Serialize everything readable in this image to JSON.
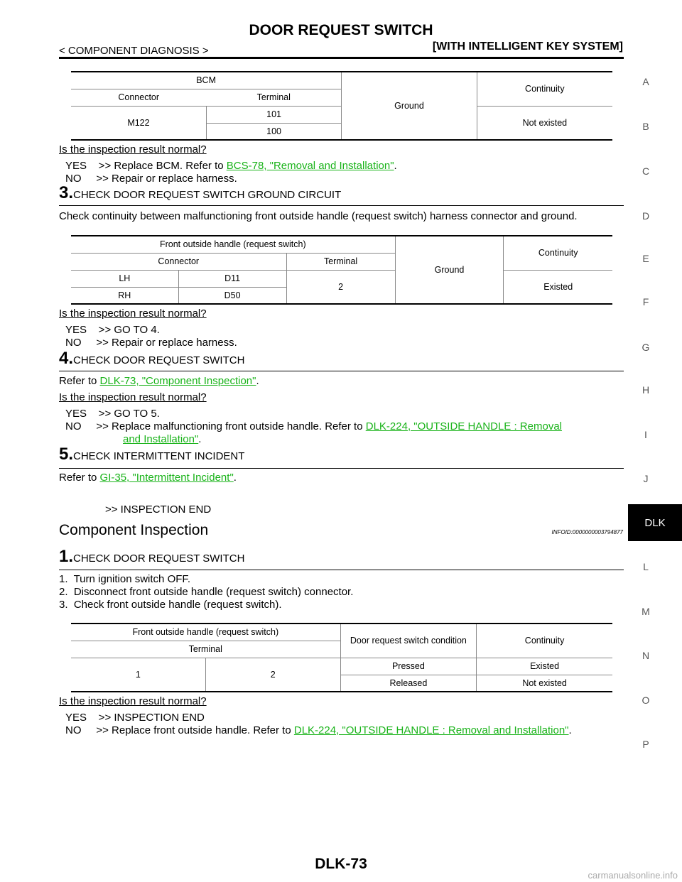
{
  "header": {
    "title": "DOOR REQUEST SWITCH",
    "left": "< COMPONENT DIAGNOSIS >",
    "right": "[WITH INTELLIGENT KEY SYSTEM]"
  },
  "side_index": [
    "A",
    "B",
    "C",
    "D",
    "E",
    "F",
    "G",
    "H",
    "I",
    "J",
    "DLK",
    "L",
    "M",
    "N",
    "O",
    "P"
  ],
  "table1": {
    "h1": "BCM",
    "h_connector": "Connector",
    "h_terminal": "Terminal",
    "ground": "Ground",
    "continuity": "Continuity",
    "connector": "M122",
    "term1": "101",
    "term2": "100",
    "result": "Not existed"
  },
  "q1": "Is the inspection result normal?",
  "yes1_pre": "YES    >> Replace BCM. Refer to ",
  "yes1_link": "BCS-78, \"Removal and Installation\"",
  "yes1_post": ".",
  "no1": "NO     >> Repair or replace harness.",
  "step3": {
    "num": "3.",
    "title": "CHECK DOOR REQUEST SWITCH GROUND CIRCUIT"
  },
  "step3_body": "Check continuity between malfunctioning front outside handle (request switch) harness connector and ground.",
  "table2": {
    "h1": "Front outside handle (request switch)",
    "h_connector": "Connector",
    "h_terminal": "Terminal",
    "ground": "Ground",
    "continuity": "Continuity",
    "lh": "LH",
    "lh_conn": "D11",
    "rh": "RH",
    "rh_conn": "D50",
    "terminal": "2",
    "result": "Existed"
  },
  "q2": "Is the inspection result normal?",
  "yes2": "YES    >> GO TO 4.",
  "no2": "NO     >> Repair or replace harness.",
  "step4": {
    "num": "4.",
    "title": "CHECK DOOR REQUEST SWITCH"
  },
  "step4_pre": "Refer to ",
  "step4_link": "DLK-73, \"Component Inspection\"",
  "step4_post": ".",
  "q3": "Is the inspection result normal?",
  "yes3": "YES    >> GO TO 5.",
  "no3_pre": "NO     >> Replace malfunctioning front outside handle. Refer to ",
  "no3_link1": "DLK-224, \"OUTSIDE HANDLE : Removal",
  "no3_link2": "and Installation\"",
  "no3_post": ".",
  "step5": {
    "num": "5.",
    "title": "CHECK INTERMITTENT INCIDENT"
  },
  "step5_pre": "Refer to ",
  "step5_link": "GI-35, \"Intermittent Incident\"",
  "step5_post": ".",
  "end1": ">> INSPECTION END",
  "section": "Component Inspection",
  "infoid": "INFOID:0000000003794877",
  "step1": {
    "num": "1.",
    "title": "CHECK DOOR REQUEST SWITCH"
  },
  "list": [
    "1.  Turn ignition switch OFF.",
    "2.  Disconnect front outside handle (request switch) connector.",
    "3.  Check front outside handle (request switch)."
  ],
  "table3": {
    "h1": "Front outside handle (request switch)",
    "h_terminal": "Terminal",
    "h_cond": "Door request switch condition",
    "h_cont": "Continuity",
    "t1": "1",
    "t2": "2",
    "pressed": "Pressed",
    "existed": "Existed",
    "released": "Released",
    "not_existed": "Not existed"
  },
  "q4": "Is the inspection result normal?",
  "yes4": "YES    >> INSPECTION END",
  "no4_pre": "NO     >> Replace front outside handle. Refer to ",
  "no4_link": "DLK-224, \"OUTSIDE HANDLE : Removal and Installation\"",
  "no4_post": ".",
  "footer": "DLK-73",
  "watermark": "carmanualsonline.info"
}
